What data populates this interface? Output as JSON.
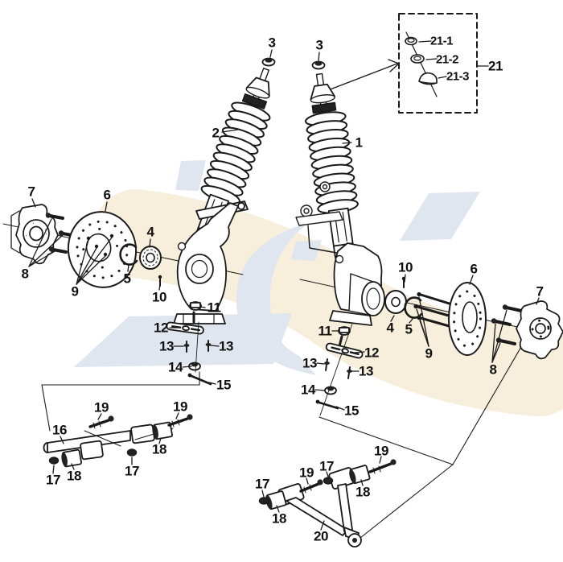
{
  "diagram": {
    "colors": {
      "line": "#1a1a1a",
      "background": "#ffffff",
      "watermark_cream": "#f7eedc",
      "watermark_blue": "#dfe6f0"
    }
  },
  "callouts": [
    {
      "text": "3"
    },
    {
      "text": "3"
    },
    {
      "text": "2"
    },
    {
      "text": "1"
    },
    {
      "text": "21-1"
    },
    {
      "text": "21-2"
    },
    {
      "text": "21-3"
    },
    {
      "text": "21"
    },
    {
      "text": "7"
    },
    {
      "text": "6"
    },
    {
      "text": "8"
    },
    {
      "text": "9"
    },
    {
      "text": "4"
    },
    {
      "text": "5"
    },
    {
      "text": "10"
    },
    {
      "text": "11"
    },
    {
      "text": "12"
    },
    {
      "text": "13"
    },
    {
      "text": "13"
    },
    {
      "text": "14"
    },
    {
      "text": "15"
    },
    {
      "text": "16"
    },
    {
      "text": "19"
    },
    {
      "text": "19"
    },
    {
      "text": "17"
    },
    {
      "text": "18"
    },
    {
      "text": "17"
    },
    {
      "text": "18"
    },
    {
      "text": "10"
    },
    {
      "text": "6"
    },
    {
      "text": "7"
    },
    {
      "text": "4"
    },
    {
      "text": "5"
    },
    {
      "text": "9"
    },
    {
      "text": "8"
    },
    {
      "text": "11"
    },
    {
      "text": "12"
    },
    {
      "text": "13"
    },
    {
      "text": "13"
    },
    {
      "text": "14"
    },
    {
      "text": "15"
    },
    {
      "text": "17"
    },
    {
      "text": "18"
    },
    {
      "text": "19"
    },
    {
      "text": "17"
    },
    {
      "text": "18"
    },
    {
      "text": "19"
    },
    {
      "text": "20"
    }
  ]
}
